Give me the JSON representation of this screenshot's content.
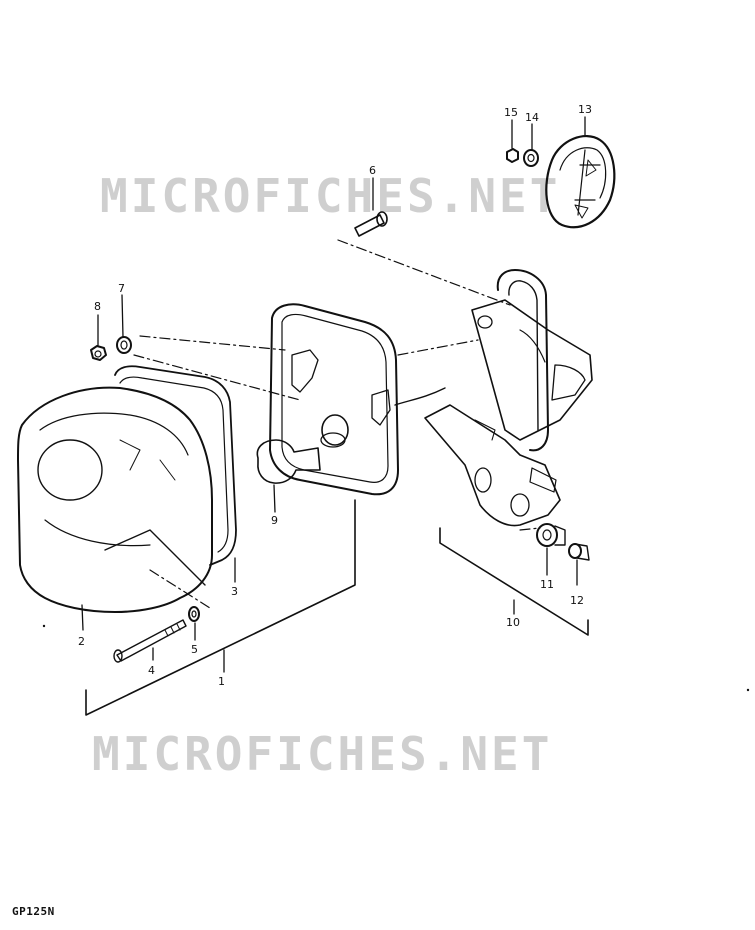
{
  "diagram": {
    "model_code": "GP125N",
    "watermark": "MICROFICHES.NET",
    "part_numbers": [
      "1",
      "2",
      "3",
      "4",
      "5",
      "6",
      "7",
      "8",
      "9",
      "10",
      "11",
      "12",
      "13",
      "14",
      "15"
    ]
  },
  "colors": {
    "ink": "#111111",
    "watermark": "#cfcfcf",
    "background": "#ffffff"
  }
}
